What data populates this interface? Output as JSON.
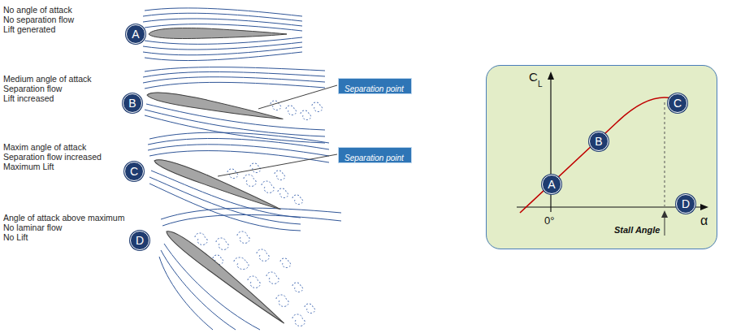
{
  "diagram": {
    "nodes": [
      {
        "text": [
          "A"
        ]
      },
      {
        "text": [
          "B"
        ]
      },
      {
        "text": [
          "Separation point"
        ]
      },
      {
        "text": [
          "C"
        ]
      },
      {
        "text": [
          "Separation point"
        ]
      },
      {
        "text": [
          "D"
        ]
      },
      {
        "text": [
          "C",
          "L",
          "0°",
          "α",
          "Stall Angle"
        ]
      },
      {
        "text": [
          "A"
        ],
        "in": 6
      },
      {
        "text": [
          "B"
        ],
        "in": 6
      },
      {
        "text": [
          "C"
        ],
        "in": 6
      },
      {
        "text": [
          "D"
        ],
        "in": 6
      }
    ],
    "labels": [
      "No angle of attack",
      "No separation flow",
      "Lift generated",
      "Medium angle of attack",
      "Separation flow",
      "Lift increased",
      "Maxim angle of attack",
      "Separation flow increased",
      "Maximum Lift",
      "Angle of attack above maximum",
      "No laminar flow",
      "No Lift"
    ]
  }
}
